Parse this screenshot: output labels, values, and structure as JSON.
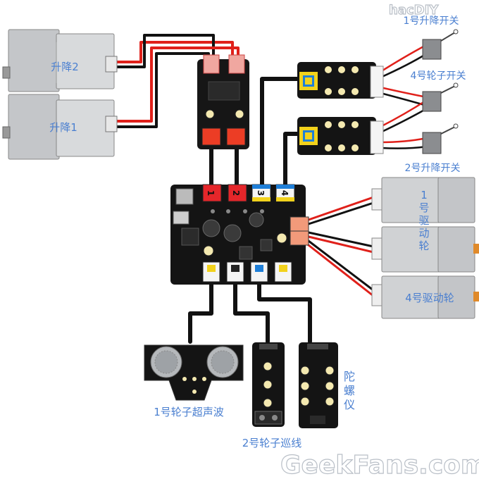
{
  "labels": {
    "lift2": "升降2",
    "lift1": "升降1",
    "switch1_lift": "1号升降开关",
    "switch4_wheel": "4号轮子开关",
    "switch2_lift": "2号升降开关",
    "drive1_a": "1",
    "drive1_b": "号",
    "drive1_c": "驱",
    "drive1_d": "动",
    "drive1_e": "轮",
    "drive4": "4号驱动轮",
    "ultrasonic": "1号轮子超声波",
    "linefollow": "2号轮子巡线",
    "gyro_a": "陀",
    "gyro_b": "螺",
    "gyro_c": "仪"
  },
  "ports_top": [
    "1",
    "2",
    "3",
    "4"
  ],
  "watermark_top": "hacDIY",
  "watermark_bottom": "GeekFans.com",
  "colors": {
    "wire_red": "#e0201a",
    "wire_black": "#111111",
    "port_red": "#e5262a",
    "port_yellow": "#f2d21c",
    "port_blue": "#1f7fd8",
    "motor_gray": "#c7c9cc",
    "board_black": "#151515",
    "label_blue": "#4a7fd0"
  }
}
